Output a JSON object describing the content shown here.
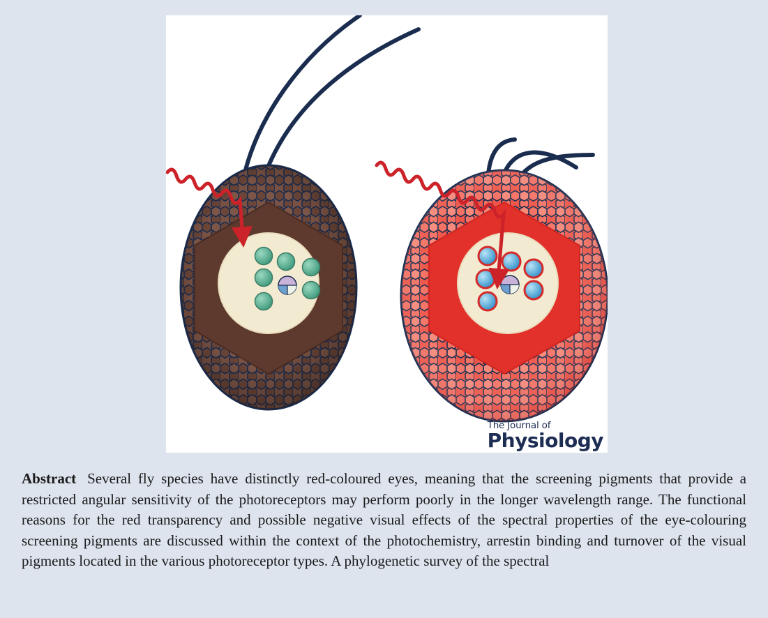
{
  "figure": {
    "logo_line1": "The Journal of",
    "logo_line2": "Physiology",
    "colors": {
      "brown_eye": "#6f4a3b",
      "red_eye": "#e8392f",
      "cell_lining": "#1b2d4f",
      "light_arrow": "#cc2229",
      "photoreceptor_green": "#5ab597",
      "photoreceptor_blue": "#4aa8db",
      "rhabdom_core": "#f3ead2"
    }
  },
  "abstract": {
    "label": "Abstract",
    "text": "Several fly species have distinctly red-coloured eyes, meaning that the screening pigments that provide a restricted angular sensitivity of the photoreceptors may perform poorly in the longer wavelength range. The functional reasons for the red transparency and possible negative visual effects of the spectral properties of the eye-colouring screening pigments are discussed within the context of the photochemistry, arrestin binding and turnover of the visual pigments located in the various photoreceptor types. A phylogenetic survey of the spectral"
  }
}
